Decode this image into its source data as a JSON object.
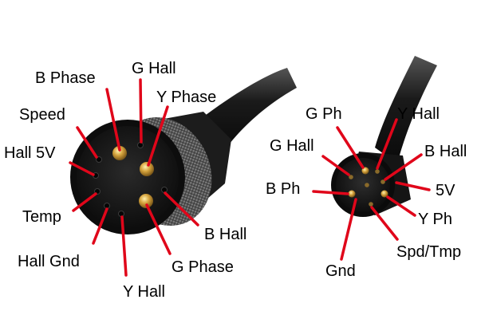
{
  "left_connector": {
    "labels": {
      "b_phase": "B Phase",
      "g_hall": "G Hall",
      "y_phase": "Y Phase",
      "speed": "Speed",
      "hall_5v": "Hall 5V",
      "temp": "Temp",
      "hall_gnd": "Hall Gnd",
      "y_hall": "Y Hall",
      "g_phase": "G Phase",
      "b_hall": "B Hall"
    }
  },
  "right_connector": {
    "labels": {
      "g_ph": "G Ph",
      "y_hall": "Y Hall",
      "g_hall": "G Hall",
      "b_hall": "B Hall",
      "b_ph": "B Ph",
      "v5": "5V",
      "y_ph": "Y Ph",
      "spd_tmp": "Spd/Tmp",
      "gnd": "Gnd"
    }
  },
  "colors": {
    "leader_line": "#e0061a",
    "label_text": "#000000",
    "connector_body": "#111111",
    "pin_gold": "#c99a3a"
  }
}
